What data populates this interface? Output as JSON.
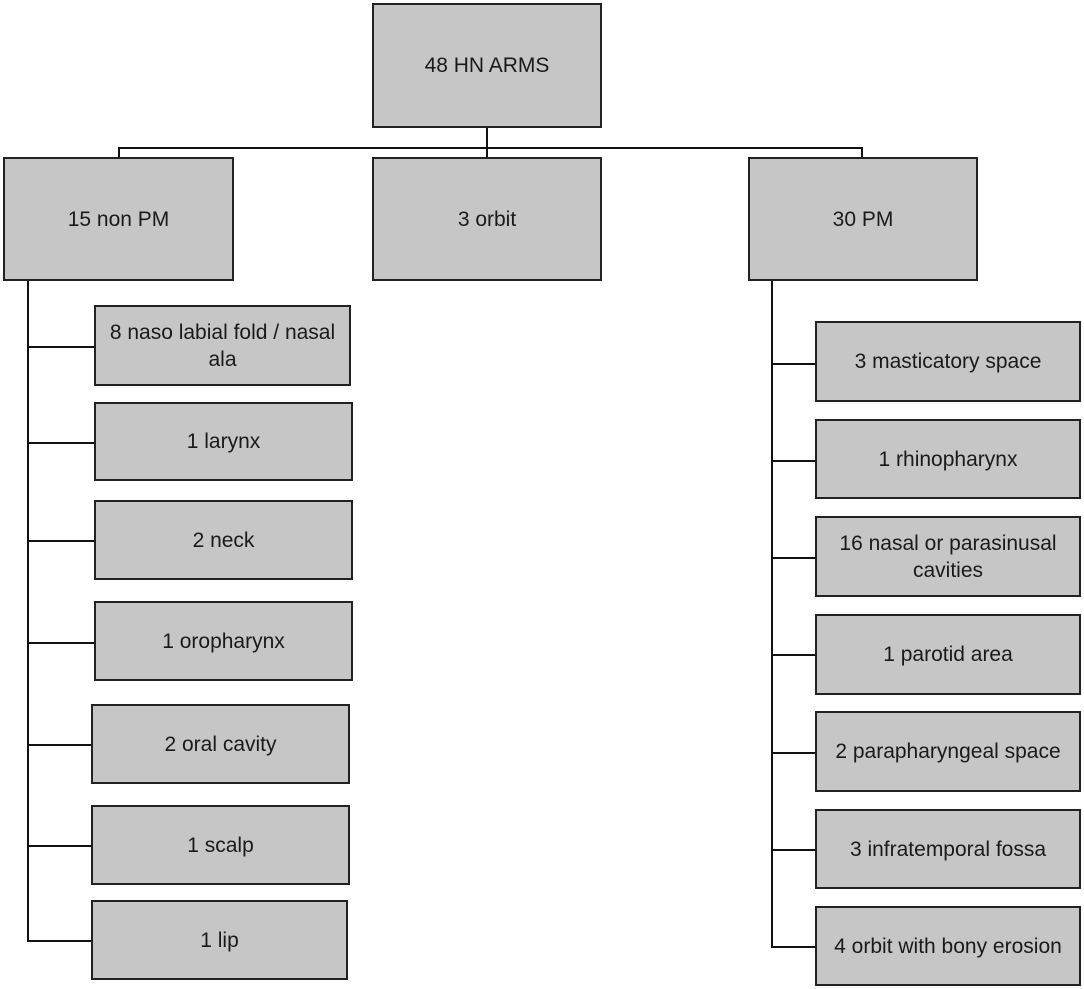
{
  "root": {
    "label": "48 HN ARMS"
  },
  "branches": {
    "left": {
      "label": "15 non PM"
    },
    "middle": {
      "label": "3 orbit"
    },
    "right": {
      "label": "30 PM"
    }
  },
  "left_children": [
    "8 naso labial fold / nasal ala",
    "1 larynx",
    "2 neck",
    "1 oropharynx",
    "2 oral cavity",
    "1 scalp",
    "1 lip"
  ],
  "right_children": [
    "3 masticatory space",
    "1 rhinopharynx",
    "16 nasal or parasinusal cavities",
    "1 parotid area",
    "2 parapharyngeal space",
    "3 infratemporal fossa",
    "4 orbit with bony erosion"
  ]
}
